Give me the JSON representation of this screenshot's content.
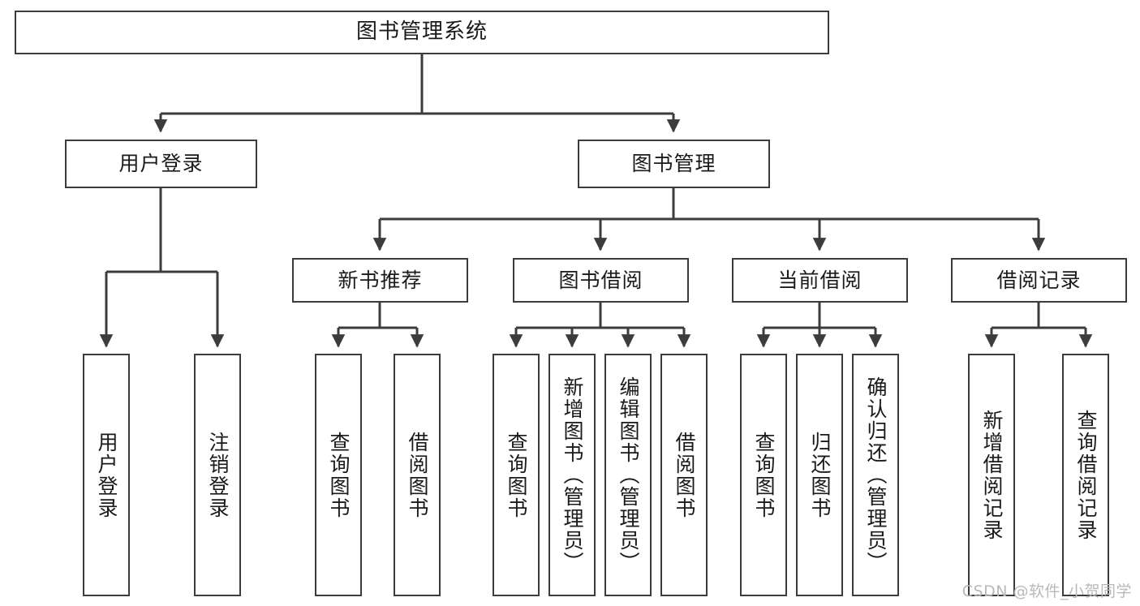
{
  "diagram": {
    "title": "图书管理系统",
    "type": "hierarchy-tree",
    "watermark": "CSDN @软件_小贺同学",
    "colors": {
      "background": "#ffffff",
      "border": "#3c3c3c",
      "text": "#1a1a1a",
      "watermark": "#b9b9b9"
    }
  },
  "nodes": {
    "root": {
      "label": "图书管理系统"
    },
    "level2": [
      {
        "label": "用户登录"
      },
      {
        "label": "图书管理"
      }
    ],
    "level3": [
      {
        "label": "新书推荐"
      },
      {
        "label": "图书借阅"
      },
      {
        "label": "当前借阅"
      },
      {
        "label": "借阅记录"
      }
    ],
    "leaves": {
      "user_login": [
        {
          "label": "用户登录"
        },
        {
          "label": "注销登录"
        }
      ],
      "new_book": [
        {
          "label": "查询图书"
        },
        {
          "label": "借阅图书"
        }
      ],
      "book_borrow": [
        {
          "label": "查询图书"
        },
        {
          "label": "新增图书（管理员）"
        },
        {
          "label": "编辑图书（管理员）"
        },
        {
          "label": "借阅图书"
        }
      ],
      "current_borrow": [
        {
          "label": "查询图书"
        },
        {
          "label": "归还图书"
        },
        {
          "label": "确认归还（管理员）"
        }
      ],
      "borrow_record": [
        {
          "label": "新增借阅记录"
        },
        {
          "label": "查询借阅记录"
        }
      ]
    }
  }
}
